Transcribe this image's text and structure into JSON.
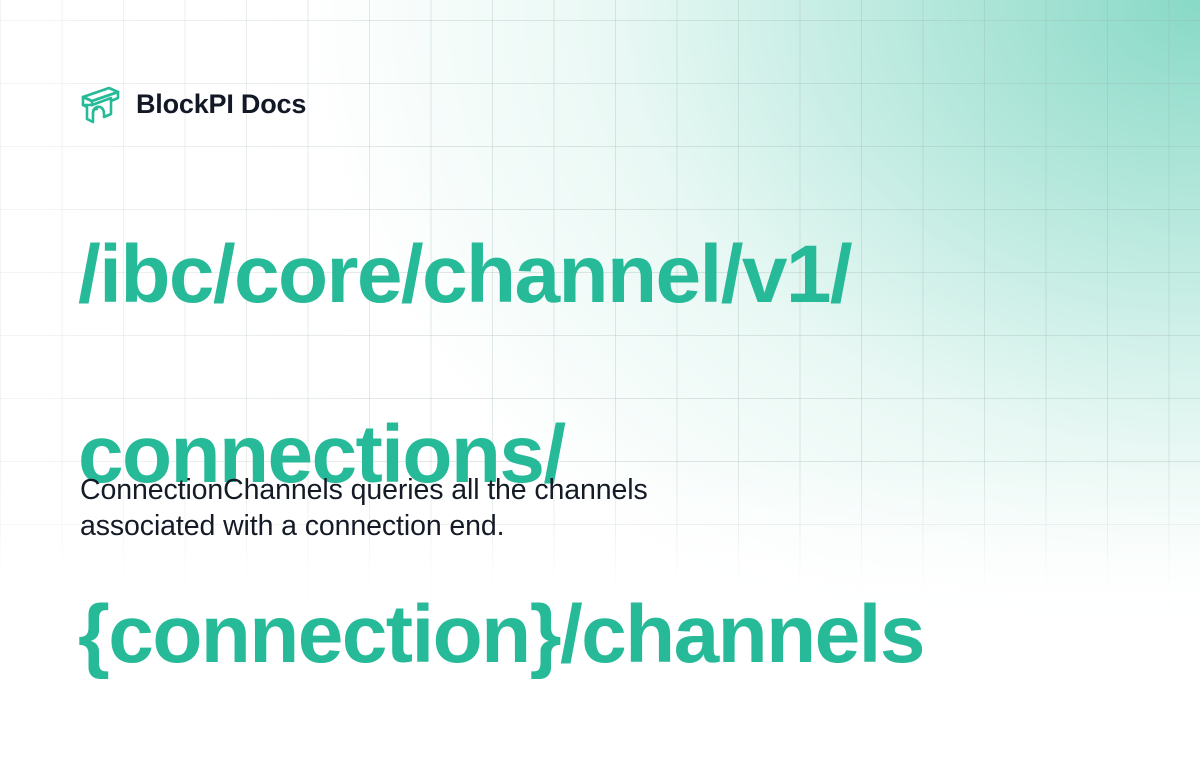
{
  "brand": {
    "logo_icon": "arch-block-icon",
    "name": "BlockPI Docs",
    "accent_color": "#27ba98"
  },
  "page": {
    "title_lines": [
      "/ibc/core/channel/v1/",
      "connections/",
      "{connection}/channels"
    ],
    "description_lines": [
      "ConnectionChannels queries all the channels",
      "associated with a connection end."
    ]
  },
  "colors": {
    "title": "#27ba98",
    "text": "#141a26",
    "background_accent": "#8fdccc"
  }
}
